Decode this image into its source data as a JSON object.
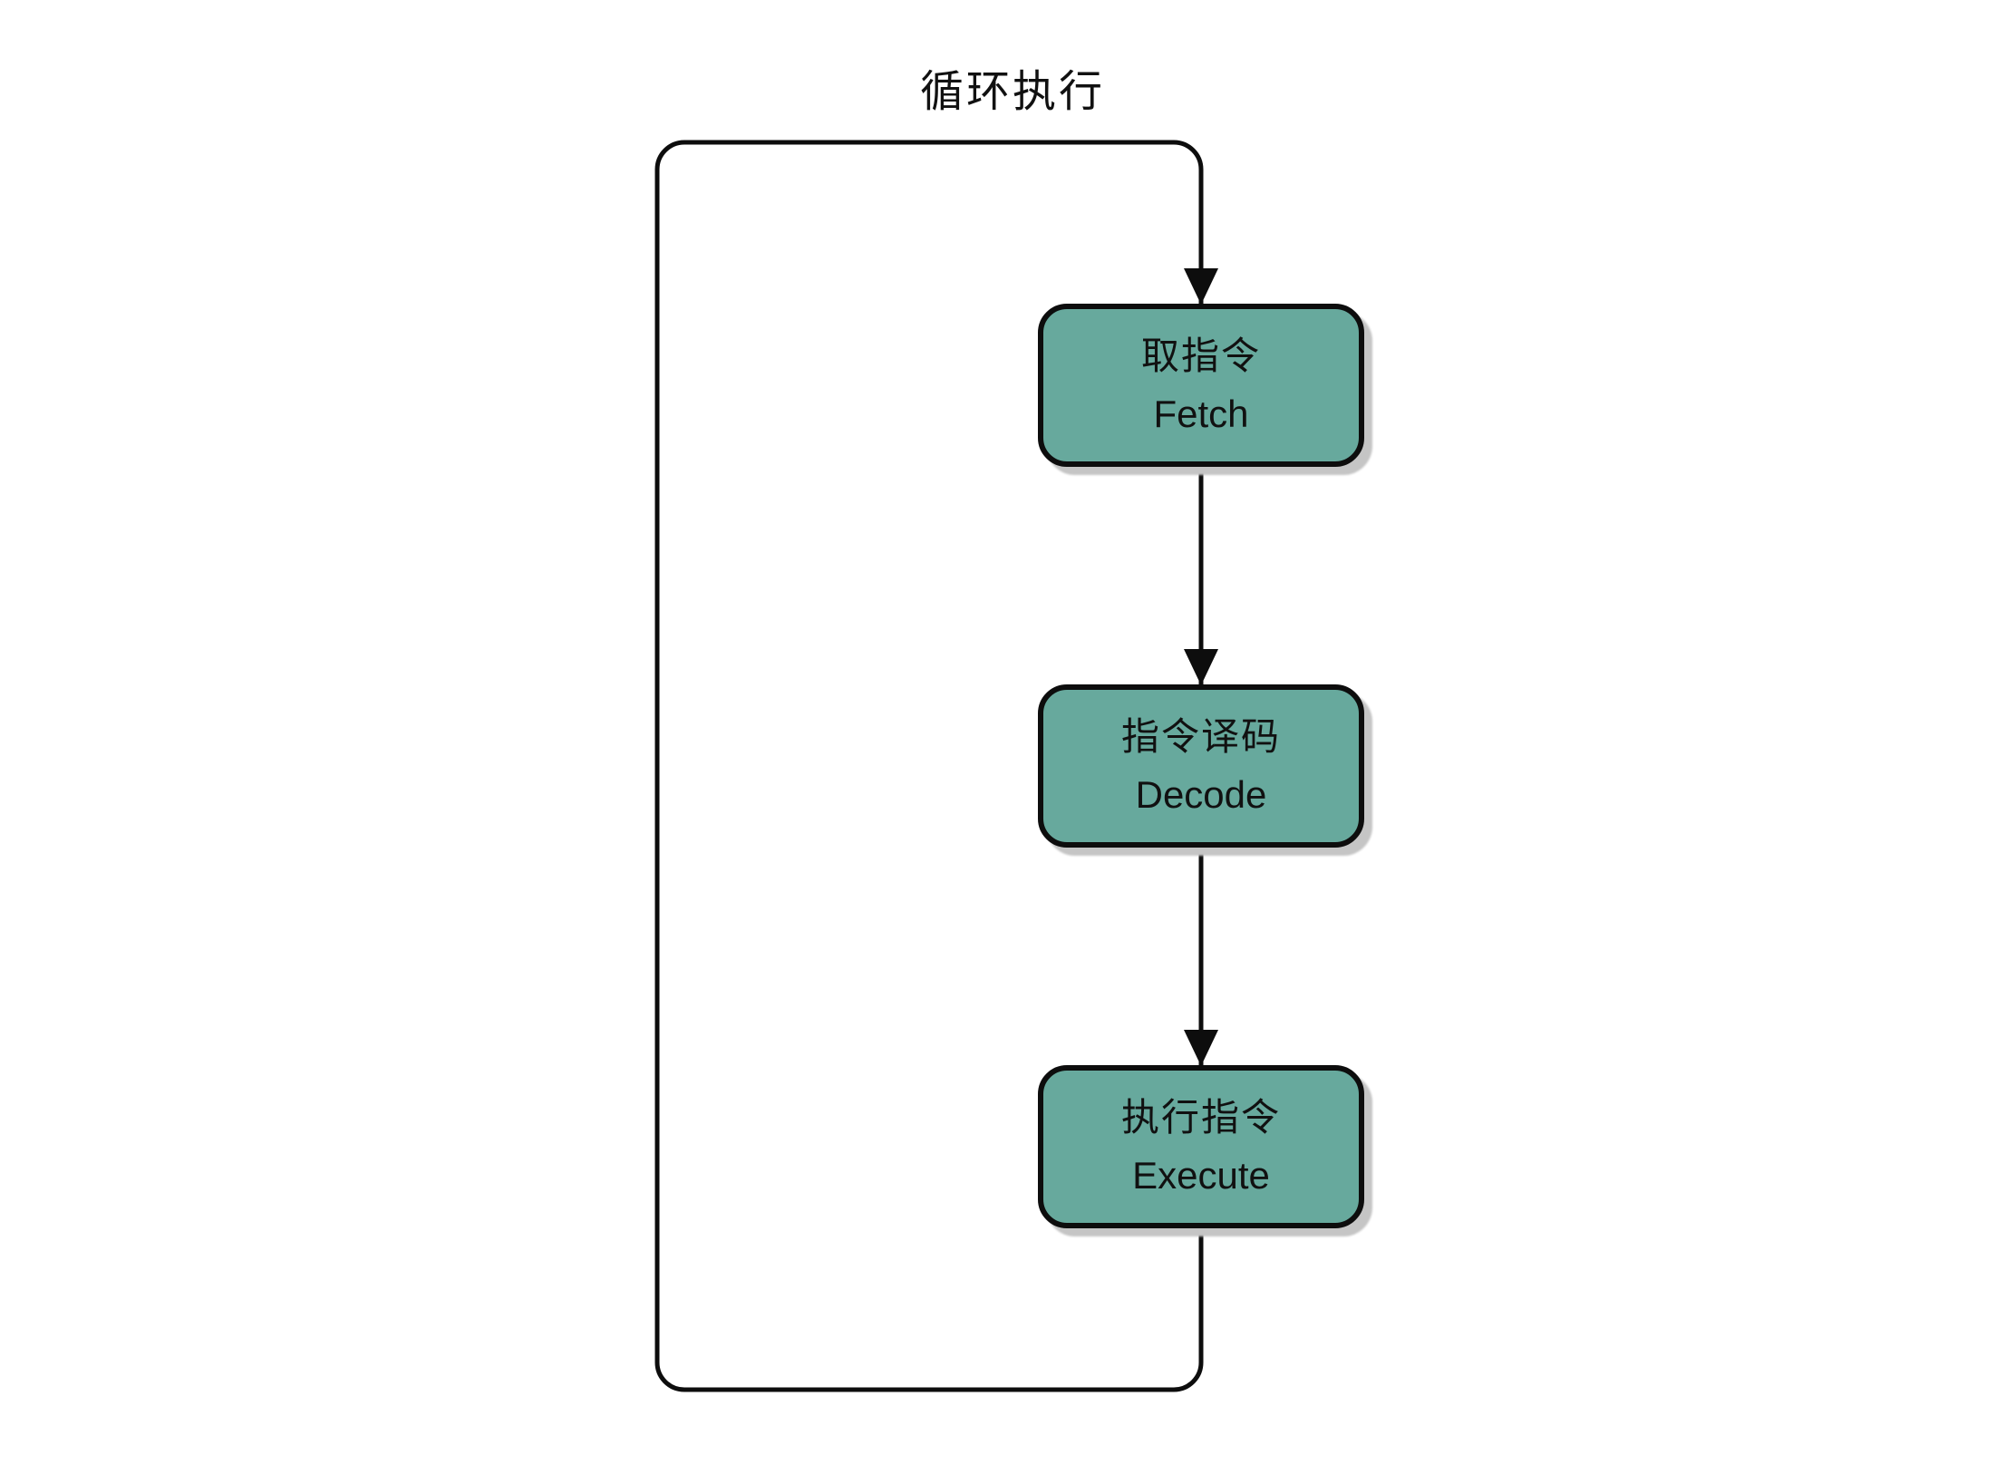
{
  "title": "循环执行",
  "nodes": [
    {
      "zh": "取指令",
      "en": "Fetch"
    },
    {
      "zh": "指令译码",
      "en": "Decode"
    },
    {
      "zh": "执行指令",
      "en": "Execute"
    }
  ],
  "colors": {
    "background": "#ffffff",
    "node_fill": "#67A99D",
    "line": "#0d0d0d",
    "text": "#111111",
    "shadow": "#c5c5c5"
  }
}
